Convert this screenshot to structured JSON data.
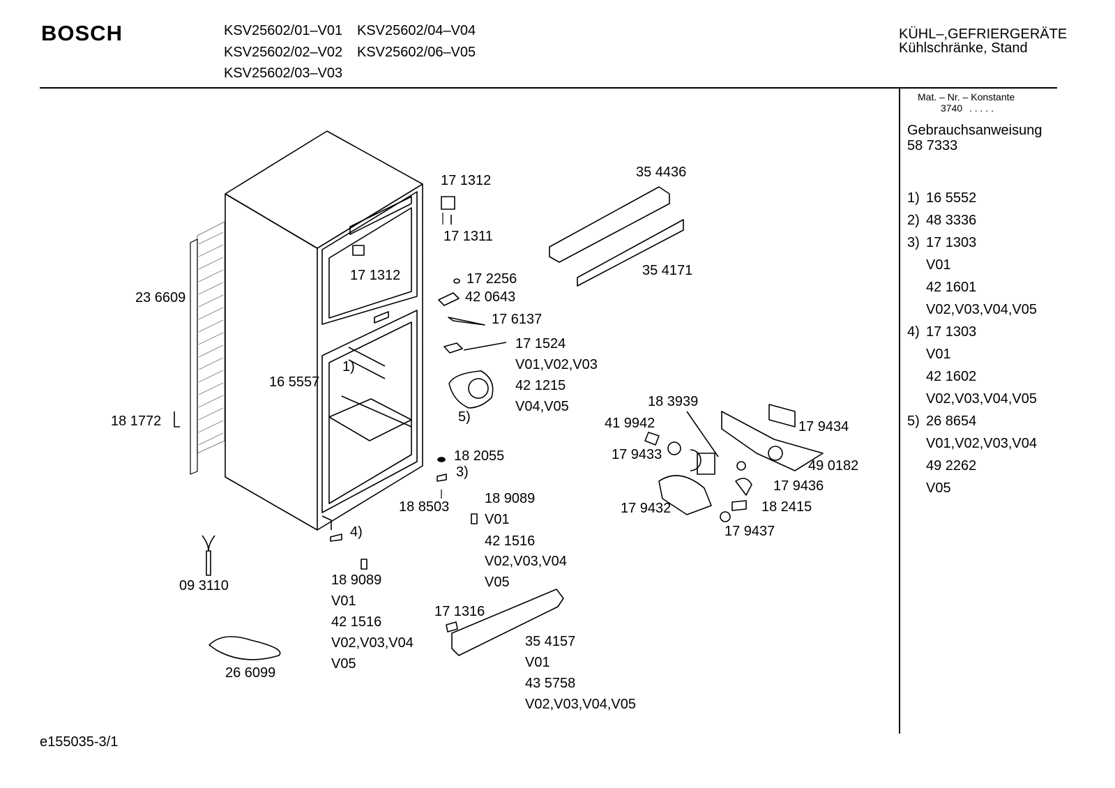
{
  "header": {
    "brand": "BOSCH",
    "models": [
      "KSV25602/01–V01",
      "KSV25602/04–V04",
      "KSV25602/02–V02",
      "KSV25602/06–V05",
      "KSV25602/03–V03"
    ],
    "category_line1": "KÜHL–,GEFRIERGERÄTE",
    "category_line2": "Kühlschränke, Stand"
  },
  "sidebar": {
    "mat_label": "Mat. – Nr. – Konstante",
    "mat_value": "3740",
    "mat_dots": ". . . . .",
    "manual_label": "Gebrauchsanweisung",
    "manual_number": "58 7333",
    "footnotes": [
      {
        "marker": "1)",
        "lines": [
          "16 5552"
        ]
      },
      {
        "marker": "2)",
        "lines": [
          "48 3336"
        ]
      },
      {
        "marker": "3)",
        "lines": [
          "17 1303",
          "V01",
          "42 1601",
          "V02,V03,V04,V05"
        ]
      },
      {
        "marker": "4)",
        "lines": [
          "17 1303",
          "V01",
          "42 1602",
          "V02,V03,V04,V05"
        ]
      },
      {
        "marker": "5)",
        "lines": [
          "26 8654",
          "V01,V02,V03,V04",
          "49 2262",
          "V05"
        ]
      }
    ]
  },
  "parts": {
    "p171312a": "17 1312",
    "p171311": "17 1311",
    "p171312b": "17 1312",
    "p354436": "35 4436",
    "p354171": "35 4171",
    "p236609": "23 6609",
    "p172256": "17 2256",
    "p420643": "42 0643",
    "p176137": "17 6137",
    "p171524": [
      "17 1524",
      "V01,V02,V03",
      "42 1215",
      "V04,V05"
    ],
    "m1": "1)",
    "p165557": "16 5557",
    "m5": "5)",
    "p181772": "18 1772",
    "p183939": "18 3939",
    "p419942": "41 9942",
    "p179434": "17 9434",
    "p179433": "17 9433",
    "p490182": "49 0182",
    "p182055": "18 2055",
    "m3": "3)",
    "p179436": "17 9436",
    "p188503": "18 8503",
    "p189089a": [
      "18 9089",
      "V01",
      "42 1516",
      "V02,V03,V04",
      "V05"
    ],
    "p179432": "17 9432",
    "p182415": "18 2415",
    "m4": "4)",
    "p179437": "17 9437",
    "p093110": "09 3110",
    "p189089b": [
      "18 9089",
      "V01",
      "42 1516",
      "V02,V03,V04",
      "V05"
    ],
    "p171316": "17 1316",
    "p354157": [
      "35 4157",
      "V01",
      "43 5758",
      "V02,V03,V04,V05"
    ],
    "p266099": "26 6099"
  },
  "footer": {
    "doc_id": "e155035-3/1"
  }
}
